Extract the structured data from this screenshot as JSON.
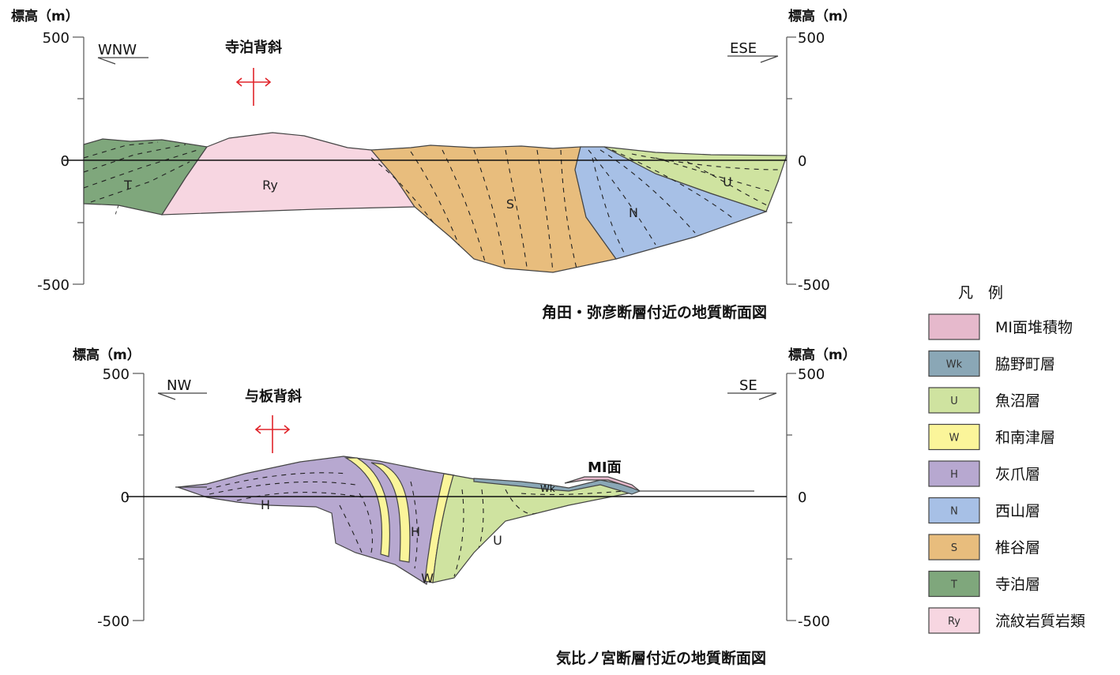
{
  "top": {
    "ylabel_left": "標高（m）",
    "ylabel_right": "標高（m）",
    "ticks": [
      "500",
      "0",
      "-500"
    ],
    "dir_left": "WNW",
    "dir_right": "ESE",
    "fold_name": "寺泊背斜",
    "units": {
      "T": "T",
      "Ry": "Ry",
      "S": "S",
      "N": "N",
      "U": "U"
    },
    "caption": "角田・弥彦断層付近の地質断面図"
  },
  "bottom": {
    "ylabel_left": "標高（m）",
    "ylabel_right": "標高（m）",
    "ticks": [
      "500",
      "0",
      "-500"
    ],
    "dir_left": "NW",
    "dir_right": "SE",
    "fold_name": "与板背斜",
    "units": {
      "H1": "H",
      "H2": "H",
      "W": "W",
      "U": "U",
      "Wk": "Wk"
    },
    "surface_label": "MⅠ面",
    "caption": "気比ノ宮断層付近の地質断面図"
  },
  "legend": {
    "title": "凡　例",
    "items": [
      {
        "abbr": "",
        "label": "MⅠ面堆積物",
        "color": "#e6b9cc"
      },
      {
        "abbr": "Wk",
        "label": "脇野町層",
        "color": "#8aa7b6"
      },
      {
        "abbr": "U",
        "label": "魚沼層",
        "color": "#cfe3a0"
      },
      {
        "abbr": "W",
        "label": "和南津層",
        "color": "#fbf59a"
      },
      {
        "abbr": "H",
        "label": "灰爪層",
        "color": "#b7a8d0"
      },
      {
        "abbr": "N",
        "label": "西山層",
        "color": "#a7c0e6"
      },
      {
        "abbr": "S",
        "label": "椎谷層",
        "color": "#e8bd7d"
      },
      {
        "abbr": "T",
        "label": "寺泊層",
        "color": "#7fa77c"
      },
      {
        "abbr": "Ry",
        "label": "流紋岩質岩類",
        "color": "#f7d6e1"
      }
    ]
  },
  "colors": {
    "MI": "#e6b9cc",
    "Wk": "#8aa7b6",
    "U": "#cfe3a0",
    "W": "#fbf59a",
    "H": "#b7a8d0",
    "N": "#a7c0e6",
    "S": "#e8bd7d",
    "T": "#7fa77c",
    "Ry": "#f7d6e1",
    "fold_arrow": "#e0242a"
  }
}
